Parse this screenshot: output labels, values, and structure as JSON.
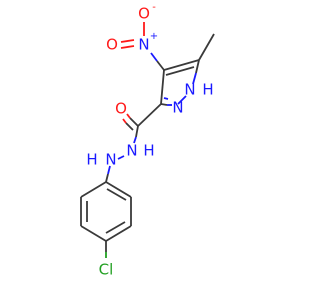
{
  "colors": {
    "carbon": "#3a3a3a",
    "nitrogen": "#1a1aff",
    "oxygen": "#ff1a1a",
    "chlorine": "#22a022",
    "background": "#ffffff"
  },
  "labels": {
    "nitro_n": "N",
    "nitro_plus": "+",
    "nitro_o_top": "O",
    "nitro_minus": "-",
    "nitro_o_left": "O",
    "ring_n_h": "N",
    "ring_h": "H",
    "ring_n_low": "N",
    "carbonyl_o": "O",
    "hydrazide_n1": "N",
    "hydrazide_h1": "H",
    "hydrazide_n2": "N",
    "hydrazide_h2": "H",
    "chlorine": "Cl"
  }
}
